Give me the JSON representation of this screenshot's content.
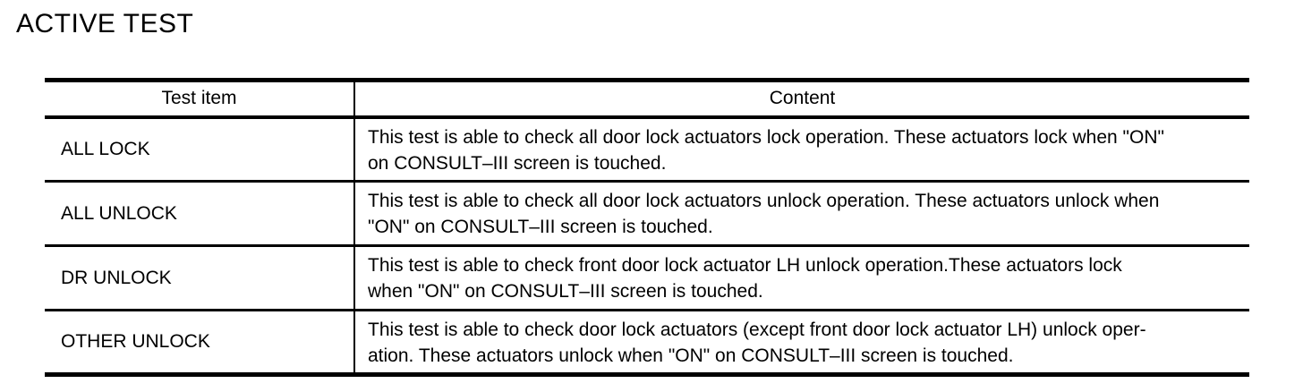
{
  "page": {
    "title": "ACTIVE TEST"
  },
  "colors": {
    "text": "#000000",
    "border": "#000000",
    "background": "#ffffff"
  },
  "table": {
    "columns": [
      "Test item",
      "Content"
    ],
    "rows": [
      {
        "test_item": "ALL LOCK",
        "lines": [
          "This test is able to check all door lock actuators lock operation. These actuators lock when \"ON\"",
          "on CONSULT–III screen is touched."
        ]
      },
      {
        "test_item": "ALL UNLOCK",
        "lines": [
          "This test is able to check all door lock actuators unlock operation. These actuators unlock when",
          "\"ON\" on CONSULT–III screen is touched."
        ]
      },
      {
        "test_item": "DR UNLOCK",
        "lines": [
          "This test is able to check front door lock actuator LH unlock operation.These actuators lock",
          "when \"ON\" on CONSULT–III screen is touched."
        ]
      },
      {
        "test_item": "OTHER UNLOCK",
        "lines": [
          "This test is able to check door lock actuators (except front door lock actuator LH) unlock oper-",
          "ation. These actuators unlock when \"ON\" on CONSULT–III screen is touched."
        ]
      }
    ]
  }
}
